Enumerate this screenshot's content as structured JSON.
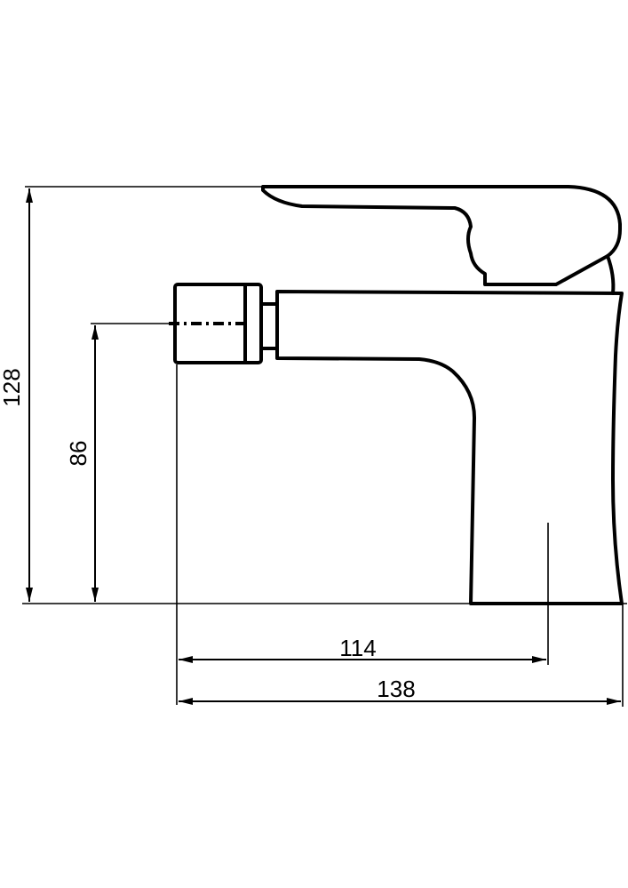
{
  "dimensions": {
    "total_height": "128",
    "outlet_height": "86",
    "spout_reach": "114",
    "total_length": "138"
  }
}
